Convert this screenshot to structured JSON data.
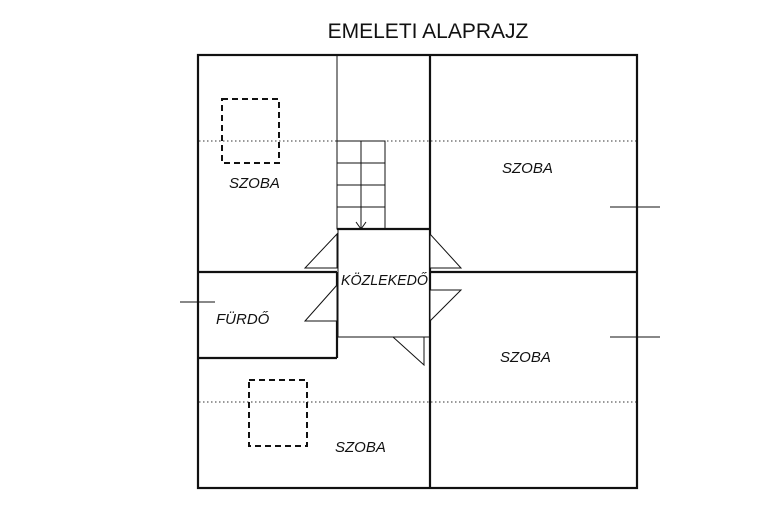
{
  "plan": {
    "title": "EMELETI ALAPRAJZ",
    "rooms": {
      "room_top_left": "SZOBA",
      "room_top_right": "SZOBA",
      "corridor": "KÖZLEKEDŐ",
      "bathroom": "FÜRDŐ",
      "room_mid_right": "SZOBA",
      "room_bottom": "SZOBA"
    }
  }
}
